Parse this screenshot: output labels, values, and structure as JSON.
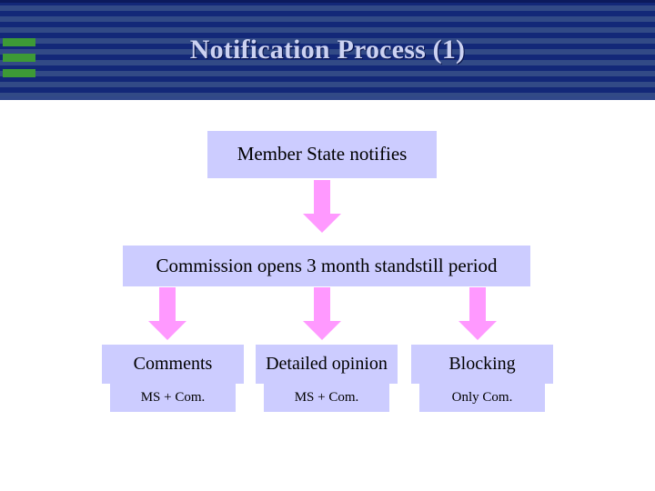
{
  "slide": {
    "title": "Notification Process (1)",
    "accent_colors": {
      "header_dark": "#13267a",
      "header_light": "#324a86",
      "green_bar": "#3d9a36",
      "box_fill": "#ccccff",
      "arrow_pink": "#ff99ff",
      "title_text": "#ccd2f2"
    }
  },
  "flow": {
    "top_node": {
      "label": "Member State notifies"
    },
    "mid_node": {
      "label": "Commission opens 3 month standstill period"
    },
    "outcomes": [
      {
        "title": "Comments",
        "actors": "MS + Com."
      },
      {
        "title": "Detailed opinion",
        "actors": "MS + Com."
      },
      {
        "title": "Blocking",
        "actors": "Only Com."
      }
    ],
    "arrows": [
      {
        "name": "arrow-top-to-mid"
      },
      {
        "name": "arrow-mid-to-comments"
      },
      {
        "name": "arrow-mid-to-detailed-opinion"
      },
      {
        "name": "arrow-mid-to-blocking"
      }
    ]
  }
}
